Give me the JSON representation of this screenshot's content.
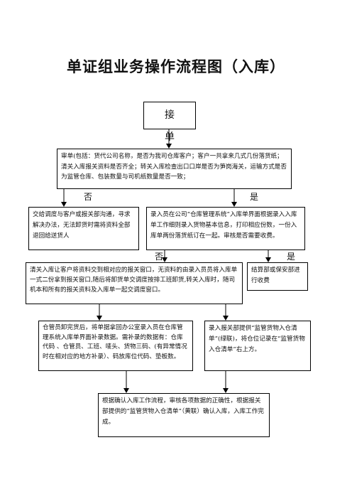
{
  "title": "单证组业务操作流程图（入库）",
  "nodes": {
    "start": "接 单",
    "check": "审单(包括：货代公司名称，是否为我司仓库客户；客户一共拿来几式几份落货纸；清关入库报关资料是否齐全；转关入库检查出口口岸是否为笋岗海关，运输方式是否为监管仓库、包装数量与司机纸数量是否一致；",
    "coordinate": "交给调度与客户或报关部沟通，寻求解决办法，无法卸货时需将资料全部退回给送货人",
    "record": "录入员在公司“仓库管理系统”入库单界面根据录入入库单工作细则录入货物基本信息，打印相应份数，一份入库单两份落货纸订在一起。审核是否需要收费。",
    "customs_clear": "清关入库让客户将资料交到相对应的报关窗口，无资料的由录入员员将入库单一式二份拿到报关窗口,随后将卸货单交调度按排工班卸货,转关入库时，随司机本和所有的报关资料及入库单一起交调度窗口。",
    "settlement": "结算部或保安部进行收费",
    "supplement": "仓管员卸完货后，将单据拿回办公室录入员在仓库管理系统入库单界面补录数据。需补录的数据有：仓库代码 、仓管员、工班、唛头、货物三码、(有异常情况时在相对应的地方补录）、码放库位代码、垫板数。",
    "list_entry": "录入报关部提供“监管货物入仓清单”(绿联)，将仓位记录在“监管货物入仓清单”右上方。",
    "confirm": "根据确认入库工作流程，审核各项数据的正确性，根据报关部提供的“监管货物入仓清单”（黄联）确认入库，入库工作完成。"
  },
  "labels": {
    "no_1": "否",
    "yes_1": "是",
    "no_2": "否",
    "yes_2": "是"
  }
}
